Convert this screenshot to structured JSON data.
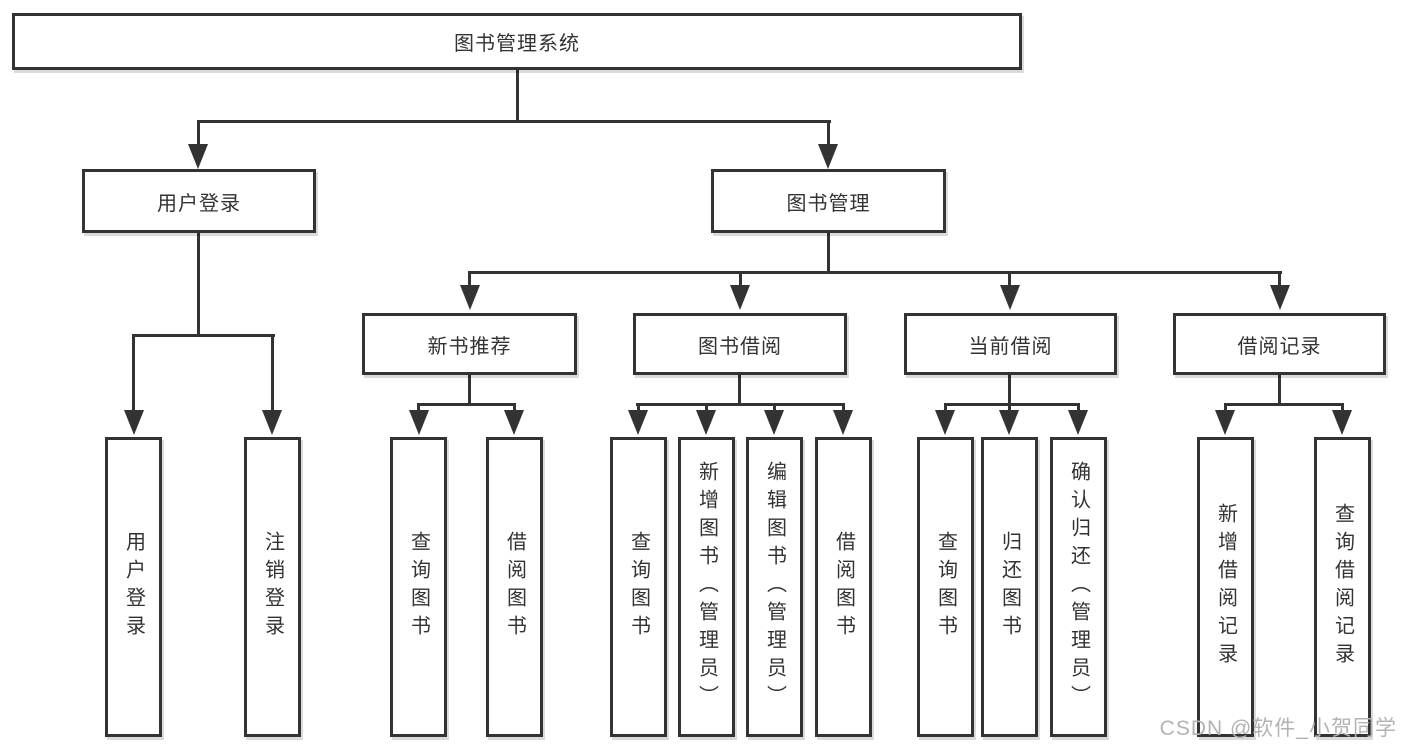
{
  "page": {
    "background": "#ffffff"
  },
  "colors": {
    "line": "#333333",
    "text": "#333333",
    "box_background": "#ffffff",
    "watermark": "#b3b3b3"
  },
  "watermark": {
    "text": "CSDN @软件_小贺同学"
  },
  "tree": {
    "root": {
      "label": "图书管理系统"
    },
    "branches": [
      {
        "label": "用户登录",
        "children": [
          {
            "label": "用户登录"
          },
          {
            "label": "注销登录"
          }
        ]
      },
      {
        "label": "图书管理",
        "children": [
          {
            "label": "新书推荐",
            "children": [
              {
                "label": "查询图书"
              },
              {
                "label": "借阅图书"
              }
            ]
          },
          {
            "label": "图书借阅",
            "children": [
              {
                "label": "查询图书"
              },
              {
                "label": "新增图书（管理员）"
              },
              {
                "label": "编辑图书（管理员）"
              },
              {
                "label": "借阅图书"
              }
            ]
          },
          {
            "label": "当前借阅",
            "children": [
              {
                "label": "查询图书"
              },
              {
                "label": "归还图书"
              },
              {
                "label": "确认归还（管理员）"
              }
            ]
          },
          {
            "label": "借阅记录",
            "children": [
              {
                "label": "新增借阅记录"
              },
              {
                "label": "查询借阅记录"
              }
            ]
          }
        ]
      }
    ]
  }
}
